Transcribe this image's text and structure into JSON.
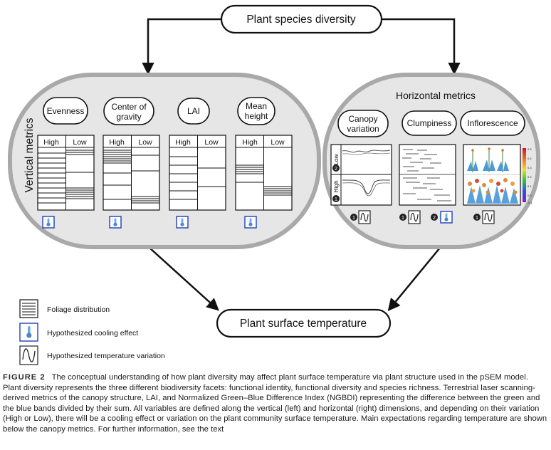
{
  "nodes": {
    "top_title": "Plant species diversity",
    "bottom_title": "Plant surface temperature"
  },
  "vertical_panel": {
    "side_label": "Vertical metrics",
    "metrics": [
      {
        "label_lines": [
          "Evenness"
        ],
        "high": "High",
        "low": "Low"
      },
      {
        "label_lines": [
          "Center of",
          "gravity"
        ],
        "high": "High",
        "low": "Low"
      },
      {
        "label_lines": [
          "LAI"
        ],
        "high": "High",
        "low": "Low"
      },
      {
        "label_lines": [
          "Mean",
          "height"
        ],
        "high": "High",
        "low": "Low"
      }
    ]
  },
  "horizontal_panel": {
    "title": "Horizontal metrics",
    "metrics": [
      {
        "label_lines": [
          "Canopy",
          "variation"
        ]
      },
      {
        "label_lines": [
          "Clumpiness"
        ]
      },
      {
        "label_lines": [
          "Inflorescence"
        ]
      }
    ],
    "canopy_side_labels": {
      "low": "Low",
      "high": "High"
    },
    "markers": {
      "one": "1",
      "two": "2"
    },
    "ngbdi_scale": [
      "0.5",
      "0.4",
      "0.3",
      "0.2",
      "0.1",
      "0.0",
      "-0.1"
    ]
  },
  "legend": [
    {
      "icon": "foliage-lines-icon",
      "label": "Foliage distribution"
    },
    {
      "icon": "thermometer-cooling-icon",
      "label": "Hypothesized cooling effect"
    },
    {
      "icon": "temperature-wave-icon",
      "label": "Hypothesized temperature variation"
    }
  ],
  "caption": {
    "figure_label": "FIGURE 2",
    "text": "The conceptual understanding of how plant diversity may affect plant surface temperature via plant structure used in the pSEM model. Plant diversity represents the three different biodiversity facets: functional identity, functional diversity and species richness. Terrestrial laser scanning-derived metrics of the canopy structure, LAI, and Normalized Green–Blue Difference Index (NGBDI) representing the difference between the green and the blue bands divided by their sum. All variables are defined along the vertical (left) and horizontal (right) dimensions, and depending on their variation (High or Low), there will be a cooling effect or variation on the plant community surface temperature. Main expectations regarding temperature are shown below the canopy metrics. For further information, see the text"
  },
  "colors": {
    "panel_fill": "#e6e6e6",
    "panel_border": "#a9a9a9",
    "icon_blue": "#1f3fbf"
  }
}
